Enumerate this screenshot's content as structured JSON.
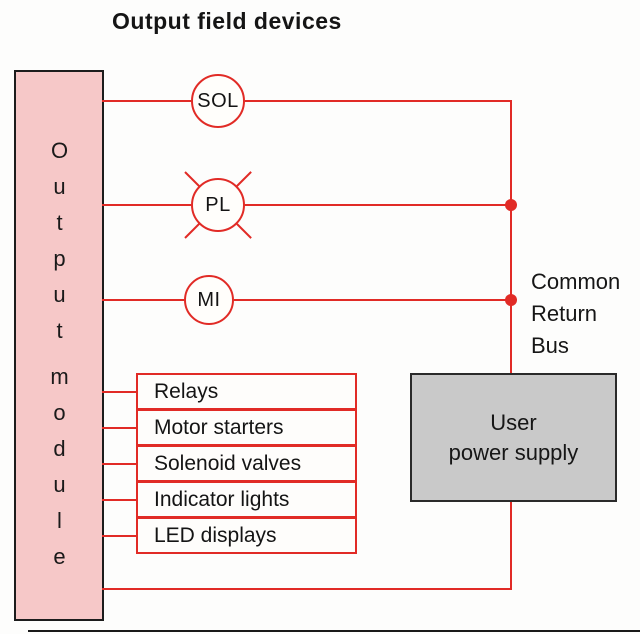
{
  "title": "Output field devices",
  "module": {
    "word1": "Output",
    "word2": "module"
  },
  "field_devices": {
    "sol": {
      "label": "SOL"
    },
    "pl": {
      "label": "PL"
    },
    "mi": {
      "label": "MI"
    }
  },
  "devices": {
    "items": [
      "Relays",
      "Motor starters",
      "Solenoid valves",
      "Indicator lights",
      "LED displays"
    ]
  },
  "bus_label": "Common\nReturn\nBus",
  "power_supply_label": "User\npower supply",
  "colors": {
    "wire_red": "#e12b26",
    "module_fill": "#f6c8c8",
    "power_supply_fill": "#c9c9c9"
  }
}
